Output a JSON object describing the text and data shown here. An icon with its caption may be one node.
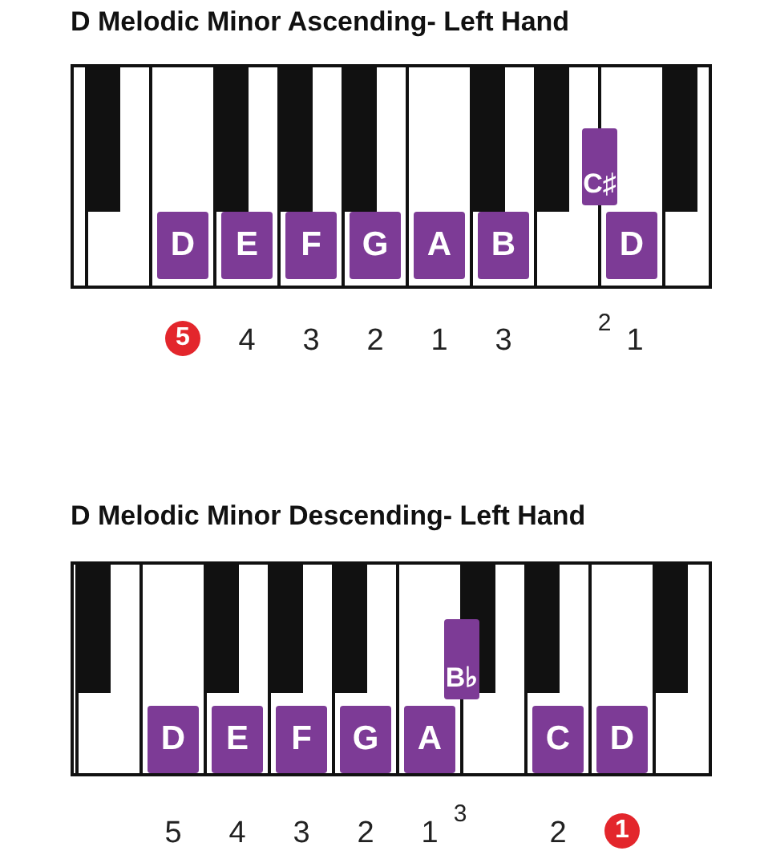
{
  "diagram": {
    "nodes": [
      {
        "text": [
          "D"
        ]
      },
      {
        "text": [
          "E"
        ]
      },
      {
        "text": [
          "F"
        ]
      },
      {
        "text": [
          "G"
        ]
      },
      {
        "text": [
          "A"
        ]
      },
      {
        "text": [
          "B"
        ]
      },
      {
        "text": [
          "C♯"
        ]
      },
      {
        "text": [
          "D"
        ]
      },
      {
        "text": [
          "5"
        ]
      },
      {
        "text": [
          "D"
        ]
      },
      {
        "text": [
          "E"
        ]
      },
      {
        "text": [
          "F"
        ]
      },
      {
        "text": [
          "G"
        ]
      },
      {
        "text": [
          "A"
        ]
      },
      {
        "text": [
          "B♭"
        ]
      },
      {
        "text": [
          "C"
        ]
      },
      {
        "text": [
          "D"
        ]
      },
      {
        "text": [
          "1"
        ]
      }
    ],
    "labels": [
      "D Melodic Minor Ascending- Left Hand",
      "4",
      "3",
      "2",
      "1",
      "3",
      "2",
      "1",
      "D Melodic Minor Descending- Left Hand",
      "5",
      "4",
      "3",
      "2",
      "1",
      "3",
      "2"
    ]
  }
}
